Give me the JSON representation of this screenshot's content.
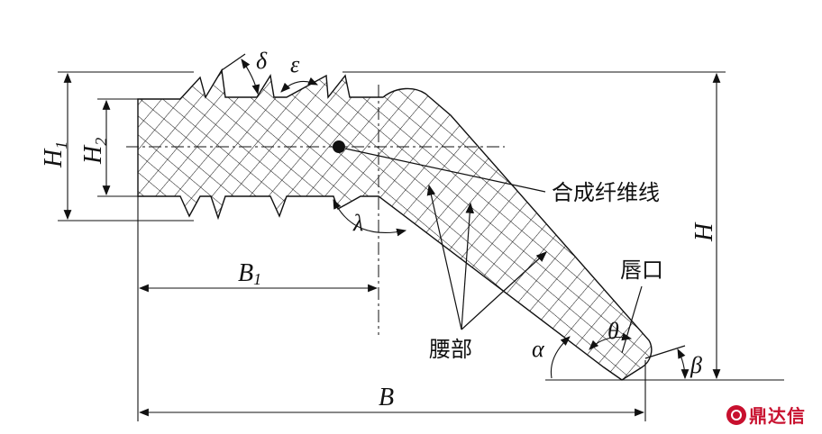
{
  "labels": {
    "H1_main": "H",
    "H1_sub": "1",
    "H2_main": "H",
    "H2_sub": "2",
    "H": "H",
    "B1_main": "B",
    "B1_sub": "1",
    "B": "B",
    "delta": "δ",
    "epsilon": "ε",
    "lambda": "λ",
    "alpha": "α",
    "theta": "θ",
    "beta": "β"
  },
  "annotations": {
    "fiber_line": "合成纤维线",
    "waist": "腰部",
    "lip": "唇口"
  },
  "watermark": {
    "text": "鼎达信",
    "color": "#c8102e"
  }
}
